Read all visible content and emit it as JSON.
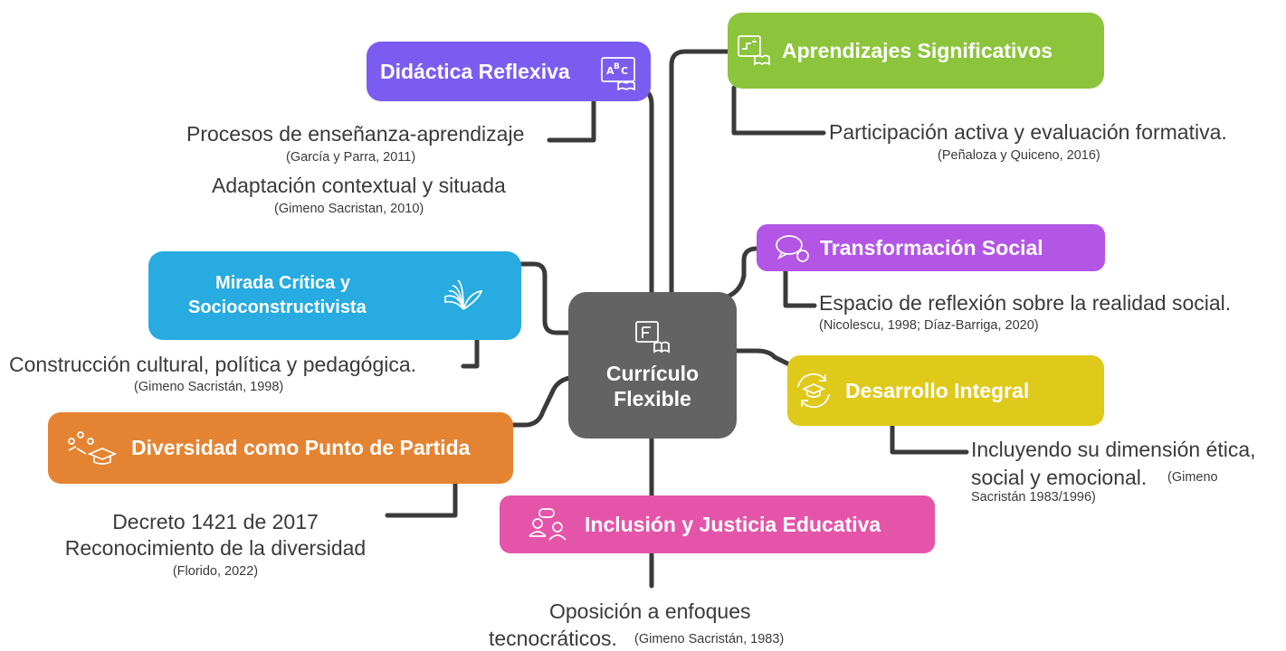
{
  "colors": {
    "center": "#636363",
    "didactica": "#7b5cf0",
    "aprendizajes": "#8cc43c",
    "transformacion": "#b356e6",
    "mirada": "#27abe0",
    "desarrollo": "#dfc91b",
    "diversidad": "#e48432",
    "inclusion": "#e455a9",
    "connector": "#3a3a3a"
  },
  "center": {
    "line1": "Currículo",
    "line2": "Flexible",
    "icon": "presentation-board-book-icon"
  },
  "nodes": {
    "didactica": {
      "label": "Didáctica Reflexiva",
      "icon": "abc-book-icon"
    },
    "aprendizajes": {
      "label": "Aprendizajes Significativos",
      "icon": "math-board-book-icon"
    },
    "transformacion": {
      "label": "Transformación Social",
      "icon": "speech-bubbles-icon"
    },
    "mirada": {
      "line1": "Mirada Crítica y",
      "line2": "Socioconstructivista",
      "icon": "open-book-pages-icon"
    },
    "desarrollo": {
      "label": "Desarrollo Integral",
      "icon": "graduation-cap-cycle-icon"
    },
    "diversidad": {
      "label": "Diversidad como Punto de Partida",
      "icon": "graduation-cap-dots-icon"
    },
    "inclusion": {
      "label": "Inclusión y Justicia Educativa",
      "icon": "people-talking-icon"
    }
  },
  "texts": {
    "didactica_t1": "Procesos de enseñanza-aprendizaje",
    "didactica_c1": "(García y Parra, 2011)",
    "didactica_t2": "Adaptación contextual y situada",
    "didactica_c2": "(Gimeno Sacristan, 2010)",
    "aprendizajes_t": "Participación activa y evaluación formativa.",
    "aprendizajes_c": "(Peñaloza y Quiceno, 2016)",
    "transformacion_t": "Espacio de reflexión sobre la realidad social.",
    "transformacion_c": "(Nicolescu, 1998; Díaz-Barriga, 2020)",
    "mirada_t": "Construcción cultural, política y pedagógica.",
    "mirada_c": "(Gimeno Sacristán, 1998)",
    "desarrollo_t1": "Incluyendo su dimensión ética,",
    "desarrollo_t2": "social y emocional.",
    "desarrollo_c1": "(Gimeno",
    "desarrollo_c2": "Sacristán 1983/1996)",
    "diversidad_t1": "Decreto 1421 de 2017",
    "diversidad_t2": "Reconocimiento de la diversidad",
    "diversidad_c": "(Florido, 2022)",
    "inclusion_t1": "Oposición a enfoques",
    "inclusion_t2": "tecnocráticos.",
    "inclusion_c": "(Gimeno Sacristán, 1983)"
  }
}
